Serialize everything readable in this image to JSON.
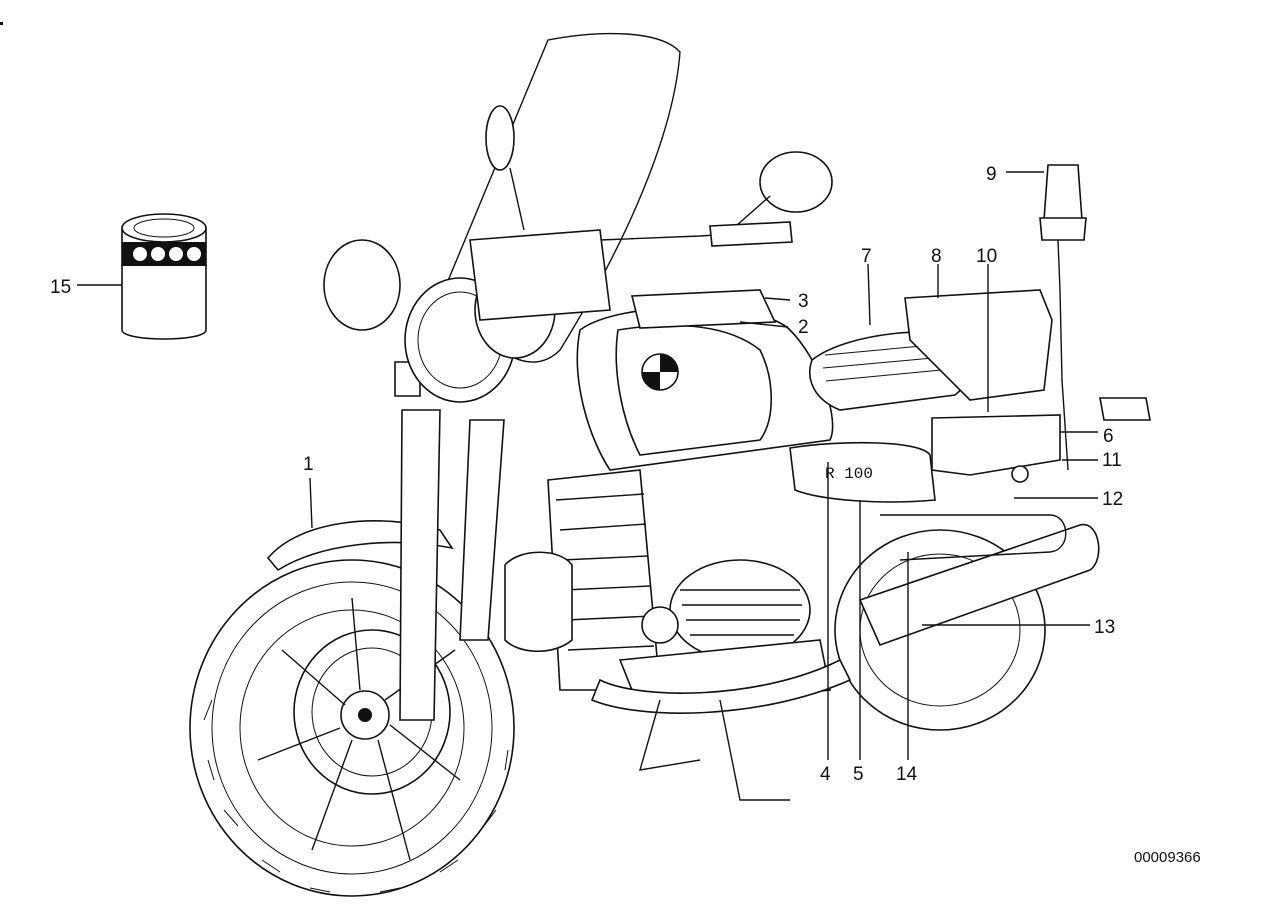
{
  "diagram": {
    "badge_text": "R 100",
    "part_number": "00009366",
    "callouts": [
      {
        "id": "1",
        "label": "1"
      },
      {
        "id": "2",
        "label": "2"
      },
      {
        "id": "3",
        "label": "3"
      },
      {
        "id": "4",
        "label": "4"
      },
      {
        "id": "5",
        "label": "5"
      },
      {
        "id": "6",
        "label": "6"
      },
      {
        "id": "7",
        "label": "7"
      },
      {
        "id": "8",
        "label": "8"
      },
      {
        "id": "9",
        "label": "9"
      },
      {
        "id": "10",
        "label": "10"
      },
      {
        "id": "11",
        "label": "11"
      },
      {
        "id": "12",
        "label": "12"
      },
      {
        "id": "13",
        "label": "13"
      },
      {
        "id": "14",
        "label": "14"
      },
      {
        "id": "15",
        "label": "15"
      }
    ]
  }
}
